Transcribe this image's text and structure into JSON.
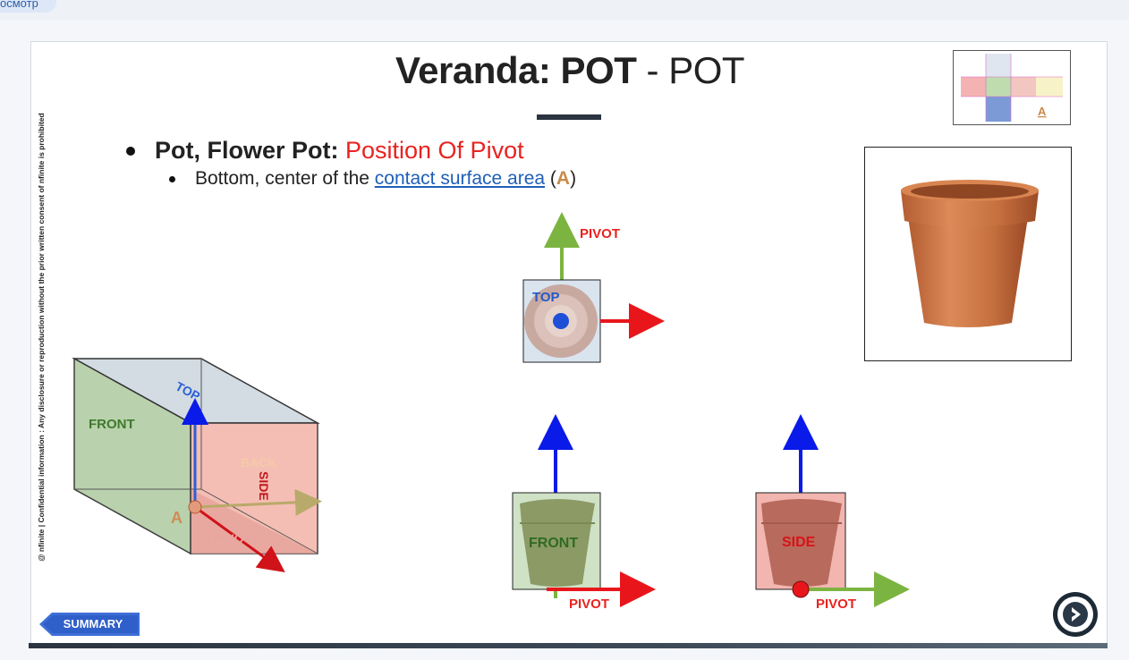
{
  "viewer": {
    "tab_label": "осмотр"
  },
  "slide": {
    "title_bold": "Veranda: POT",
    "title_sep": " - ",
    "title_rest": "POT",
    "side_note": "@ nfinite  |  Confidential information : Any disclosure or reproduction without the prior written consent of nfinite is prohibited",
    "bullet_bold": "Pot, Flower Pot: ",
    "bullet_red": "Position Of Pivot",
    "sub_prefix": "Bottom, center of the ",
    "sub_link": "contact surface area",
    "sub_open": " (",
    "sub_letter": "A",
    "sub_close": ")",
    "minimap_letter": "A",
    "summary_label": "SUMMARY"
  },
  "cube": {
    "front": "FRONT",
    "top": "TOP",
    "back": "BACK",
    "side": "SIDE",
    "pivot": "PIVOT",
    "point": "A"
  },
  "views": {
    "top_view": {
      "label": "TOP",
      "pivot": "PIVOT"
    },
    "front_view": {
      "label": "FRONT",
      "pivot": "PIVOT"
    },
    "side_view": {
      "label": "SIDE",
      "pivot": "PIVOT"
    }
  },
  "colors": {
    "pot": "#c8744a",
    "arrow_up": "#0a1ae8",
    "arrow_right": "#e8161b",
    "arrow_green": "#7cb441",
    "front_face": "#b9cfae",
    "side_face": "#f2b7ae",
    "top_face": "#c9d2db",
    "summary_btn": "#3d6fd6"
  }
}
